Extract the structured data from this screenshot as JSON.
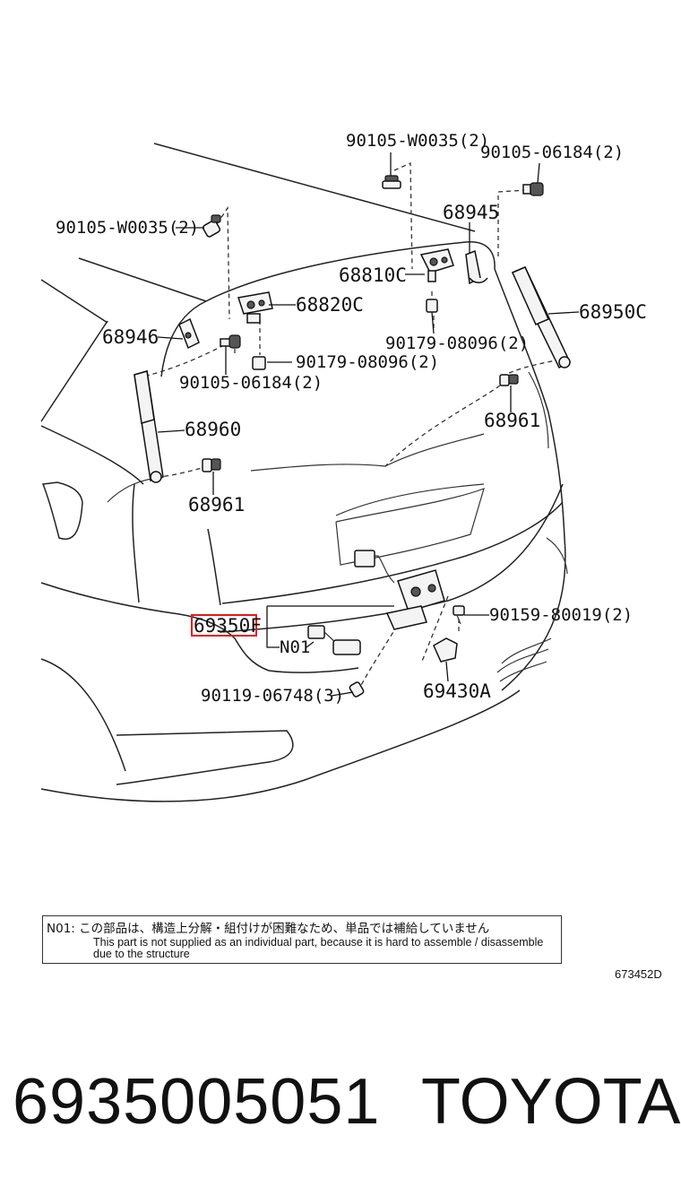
{
  "labels": {
    "l1": "90105-W0035(2)",
    "l2": "90105-06184(2)",
    "l3": "90105-W0035(2)",
    "l4": "68945",
    "l5": "68810C",
    "l6": "68820C",
    "l7": "68950C",
    "l8": "68946",
    "l9": "90179-08096(2)",
    "l10": "90179-08096(2)",
    "l11": "90105-06184(2)",
    "l12": "68960",
    "l13": "68961",
    "l14": "68961",
    "l15": "69350F",
    "l16": "90159-80019(2)",
    "l17": "N01",
    "l18": "69430A",
    "l19": "90119-06748(3)"
  },
  "note": {
    "jp": "N01: この部品は、構造上分解・組付けが困難なため、単品では補給していません",
    "en": "This part is not supplied as an individual part, because it is hard to assemble / disassemble due to the structure"
  },
  "illustration_id": "673452D",
  "part_number": "6935005051",
  "brand": "TOYOTA",
  "colors": {
    "highlight": "#e21b1b",
    "ink": "#111111"
  }
}
